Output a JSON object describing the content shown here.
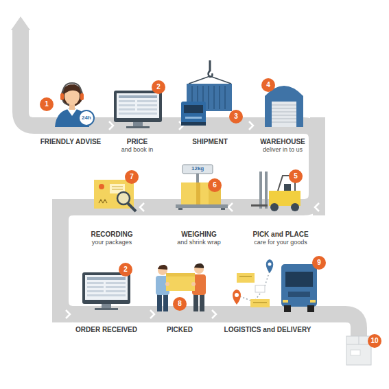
{
  "diagram": {
    "nodes": [
      {
        "text": [
          "FRIENDLY ADVISE"
        ]
      },
      {
        "text": [
          "PRICE",
          "and book in"
        ]
      },
      {
        "text": [
          "SHIPMENT"
        ]
      },
      {
        "text": [
          "WAREHOUSE",
          "deliver in to us"
        ]
      },
      {
        "text": [
          "PICK and PLACE",
          "care for your goods"
        ]
      },
      {
        "text": [
          "WEIGHING",
          "and shrink wrap"
        ]
      },
      {
        "text": [
          "RECORDING",
          "your packages"
        ]
      },
      {
        "text": [
          "ORDER RECEIVED"
        ]
      },
      {
        "text": [
          "PICKED"
        ]
      },
      {
        "text": [
          "LOGISTICS and DELIVERY"
        ]
      }
    ],
    "edges": [
      {
        "from": 0,
        "to": 1,
        "arrow": "to"
      },
      {
        "from": 1,
        "to": 2,
        "arrow": "to"
      },
      {
        "from": 2,
        "to": 3,
        "arrow": "to"
      },
      {
        "from": 3,
        "to": 4,
        "arrow": "to"
      },
      {
        "from": 4,
        "to": 5,
        "arrow": "to"
      },
      {
        "from": 5,
        "to": 6,
        "arrow": "to"
      },
      {
        "from": 6,
        "to": 7,
        "arrow": "to"
      },
      {
        "from": 7,
        "to": 8,
        "arrow": "to"
      },
      {
        "from": 8,
        "to": 9,
        "arrow": "to"
      }
    ],
    "labels": [
      "1",
      "24h",
      "2",
      "3",
      "4",
      "5",
      "12kg",
      "6",
      "7",
      "2",
      "8",
      "9",
      "10"
    ]
  }
}
